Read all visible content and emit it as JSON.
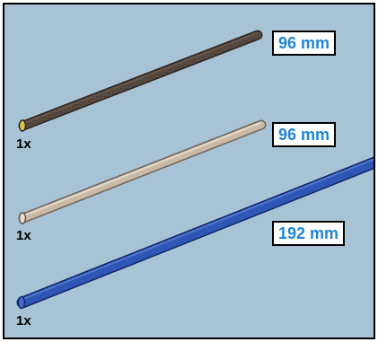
{
  "parts": [
    {
      "name": "dark-brown-tube",
      "length_label": "96 mm",
      "quantity": "1x",
      "color": "#5a4c42",
      "icon": "tube-icon"
    },
    {
      "name": "tan-tube",
      "length_label": "96 mm",
      "quantity": "1x",
      "color": "#c9b9a6",
      "icon": "tube-icon"
    },
    {
      "name": "blue-tube",
      "length_label": "192 mm",
      "quantity": "1x",
      "color": "#2d56b5",
      "icon": "tube-icon"
    }
  ],
  "colors": {
    "background": "#a9c3d6",
    "label_text": "#1f86d6",
    "border": "#000000"
  }
}
